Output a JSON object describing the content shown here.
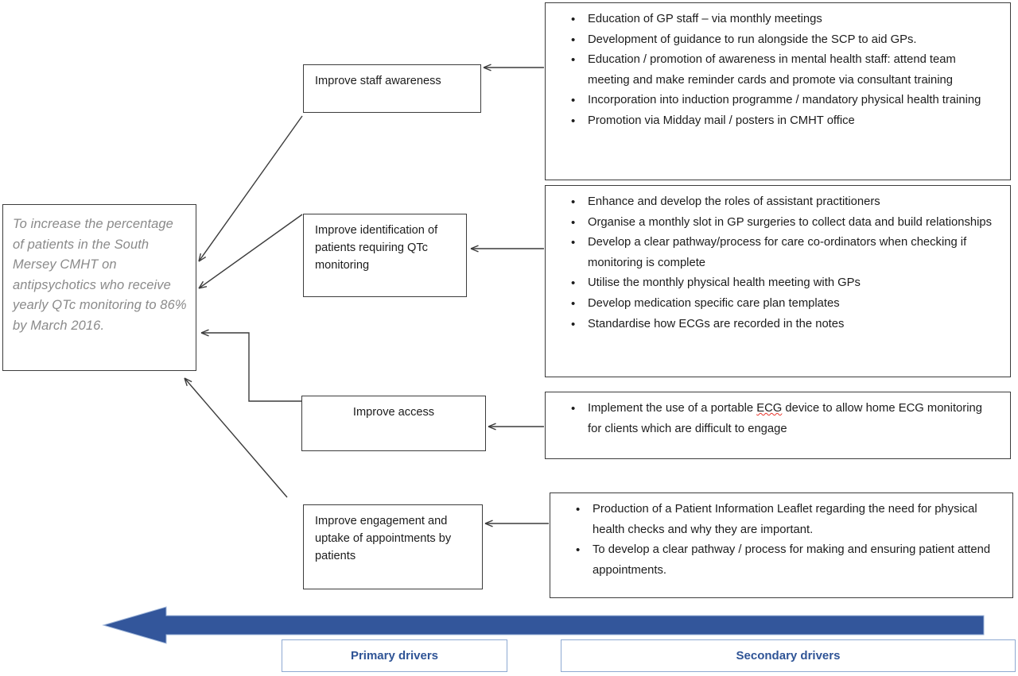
{
  "aim": {
    "text": "To increase the percentage of patients in the South Mersey CMHT on antipsychotics who receive yearly QTc monitoring to 86% by March 2016."
  },
  "primary_drivers": [
    {
      "label": "Improve staff awareness"
    },
    {
      "label": "Improve identification of patients requiring QTc monitoring"
    },
    {
      "label": "Improve access"
    },
    {
      "label": "Improve engagement and uptake of appointments by patients"
    }
  ],
  "secondary_drivers": [
    {
      "bullets": [
        "Education of GP staff – via monthly meetings",
        "Development of guidance to run alongside the SCP to aid GPs.",
        "Education / promotion of awareness in mental health staff: attend team meeting and make reminder cards and promote via consultant training",
        "Incorporation into induction programme / mandatory physical health training",
        "Promotion via Midday mail / posters in CMHT office"
      ]
    },
    {
      "bullets": [
        "Enhance and develop the roles of assistant practitioners",
        "Organise a monthly slot in GP surgeries to collect data and build relationships",
        "Develop a clear pathway/process for care co-ordinators when checking if monitoring is complete",
        "Utilise the monthly physical health meeting with GPs",
        "Develop medication specific care plan templates",
        "Standardise how ECGs are recorded in the notes"
      ]
    },
    {
      "bullets": [
        "Implement the use of a portable ECG device to allow home ECG monitoring for clients which are difficult to engage"
      ],
      "spellcheck_word": "ECG"
    },
    {
      "bullets": [
        "Production of a Patient Information Leaflet regarding the need for physical health checks and why they are important.",
        "To develop a clear pathway / process for making and ensuring patient attend appointments."
      ]
    }
  ],
  "legend": {
    "primary_label": "Primary drivers",
    "secondary_label": "Secondary drivers",
    "arrow_direction": "left",
    "arrow_color": "#33569b",
    "label_text_color": "#2f5496"
  },
  "colors": {
    "box_border": "#3c3c3c",
    "aim_text": "#8a8a8a",
    "body_text": "#1c1c1c",
    "spellcheck_underline": "#e8342a",
    "legend_border": "#8ea9d2"
  }
}
